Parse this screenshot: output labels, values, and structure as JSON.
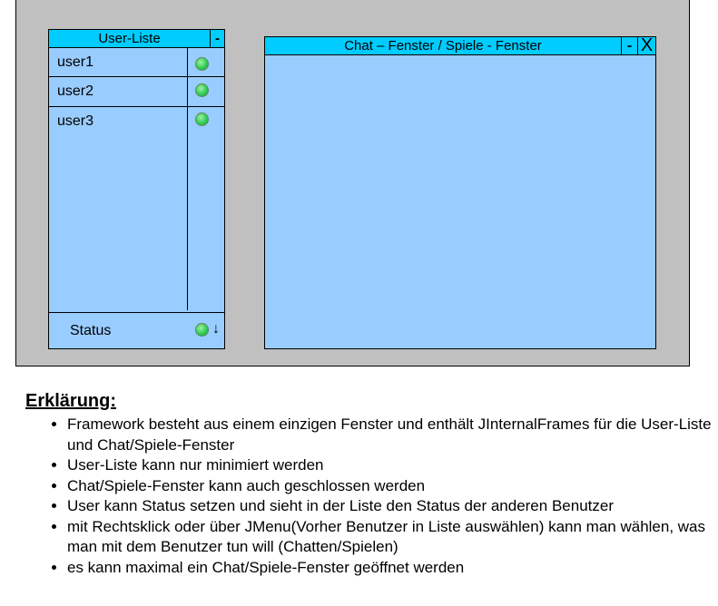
{
  "user_list": {
    "title": "User-Liste",
    "minimize": "-",
    "users": [
      {
        "name": "user1",
        "status_color": "#33cc55"
      },
      {
        "name": "user2",
        "status_color": "#33cc55"
      },
      {
        "name": "user3",
        "status_color": "#33cc55"
      }
    ],
    "status_label": "Status",
    "status_arrow": "↓"
  },
  "chat_window": {
    "title": "Chat – Fenster / Spiele - Fenster",
    "minimize": "-",
    "close": "X"
  },
  "explanation": {
    "heading": "Erklärung:",
    "items": [
      "Framework besteht aus einem einzigen Fenster und enthält JInternalFrames für die User-Liste und Chat/Spiele-Fenster",
      "User-Liste kann nur minimiert werden",
      "Chat/Spiele-Fenster kann auch geschlossen werden",
      "User kann Status setzen und sieht in der Liste den Status der anderen Benutzer",
      "mit Rechtsklick oder über JMenu(Vorher Benutzer in Liste auswählen) kann man wählen, was man mit dem Benutzer tun will (Chatten/Spielen)",
      "es kann maximal ein Chat/Spiele-Fenster geöffnet werden"
    ]
  },
  "colors": {
    "desktop": "#c0c0c0",
    "frame_body": "#99ccff",
    "title_bar": "#00ccff",
    "status_online": "#33cc55"
  }
}
